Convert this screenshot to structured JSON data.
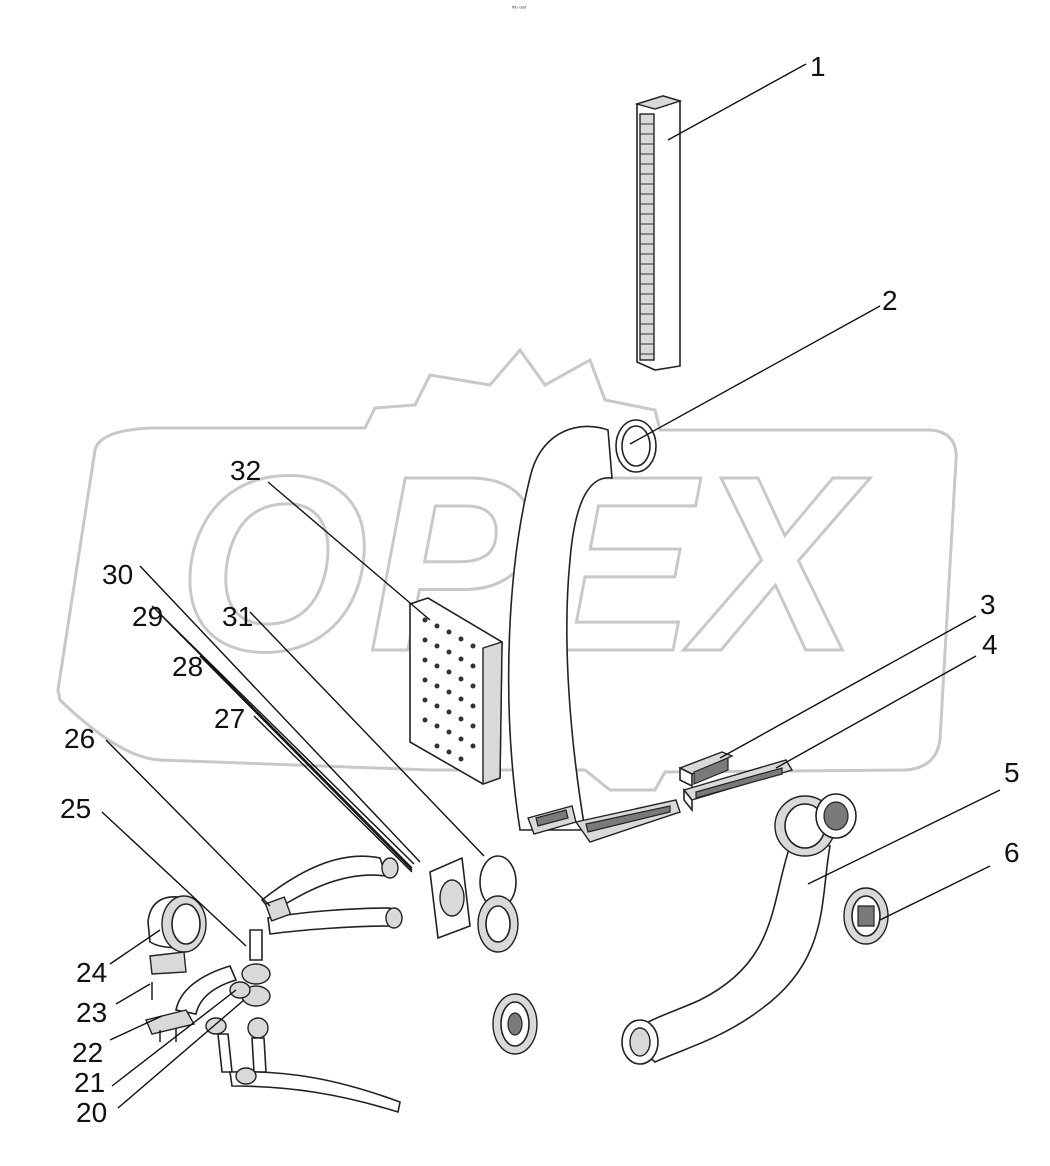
{
  "header": {
    "tiny_mark": "ᵐᵒ ᵒᵒᵒ"
  },
  "watermark": {
    "text": "OPEX",
    "color": "#c8c8c8"
  },
  "callouts": {
    "c1": "1",
    "c2": "2",
    "c3": "3",
    "c4": "4",
    "c5": "5",
    "c6": "6",
    "c20": "20",
    "c21": "21",
    "c22": "22",
    "c23": "23",
    "c24": "24",
    "c25": "25",
    "c26": "26",
    "c27": "27",
    "c28": "28",
    "c29": "29",
    "c30": "30",
    "c31": "31",
    "c32": "32"
  }
}
